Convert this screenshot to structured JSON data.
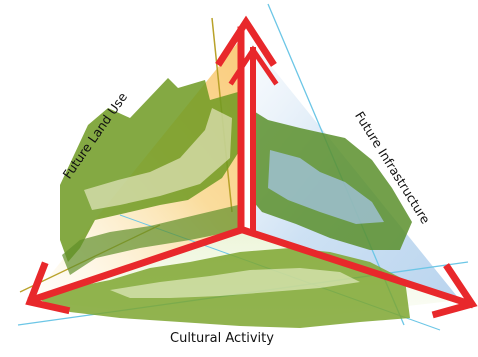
{
  "diagram": {
    "labels": {
      "land_use": "Future Land Use",
      "infrastructure": "Future Infrastructure",
      "cultural": "Cultural Activity"
    },
    "colors": {
      "arrow": "#e8282b",
      "land_fill": "#f6c55a",
      "infra_fill": "#b6d3ee",
      "green": "#7ea630",
      "dark_green": "#5f8f2a",
      "olive": "#b9b02a",
      "axis_line": "#6cc6e6"
    }
  }
}
